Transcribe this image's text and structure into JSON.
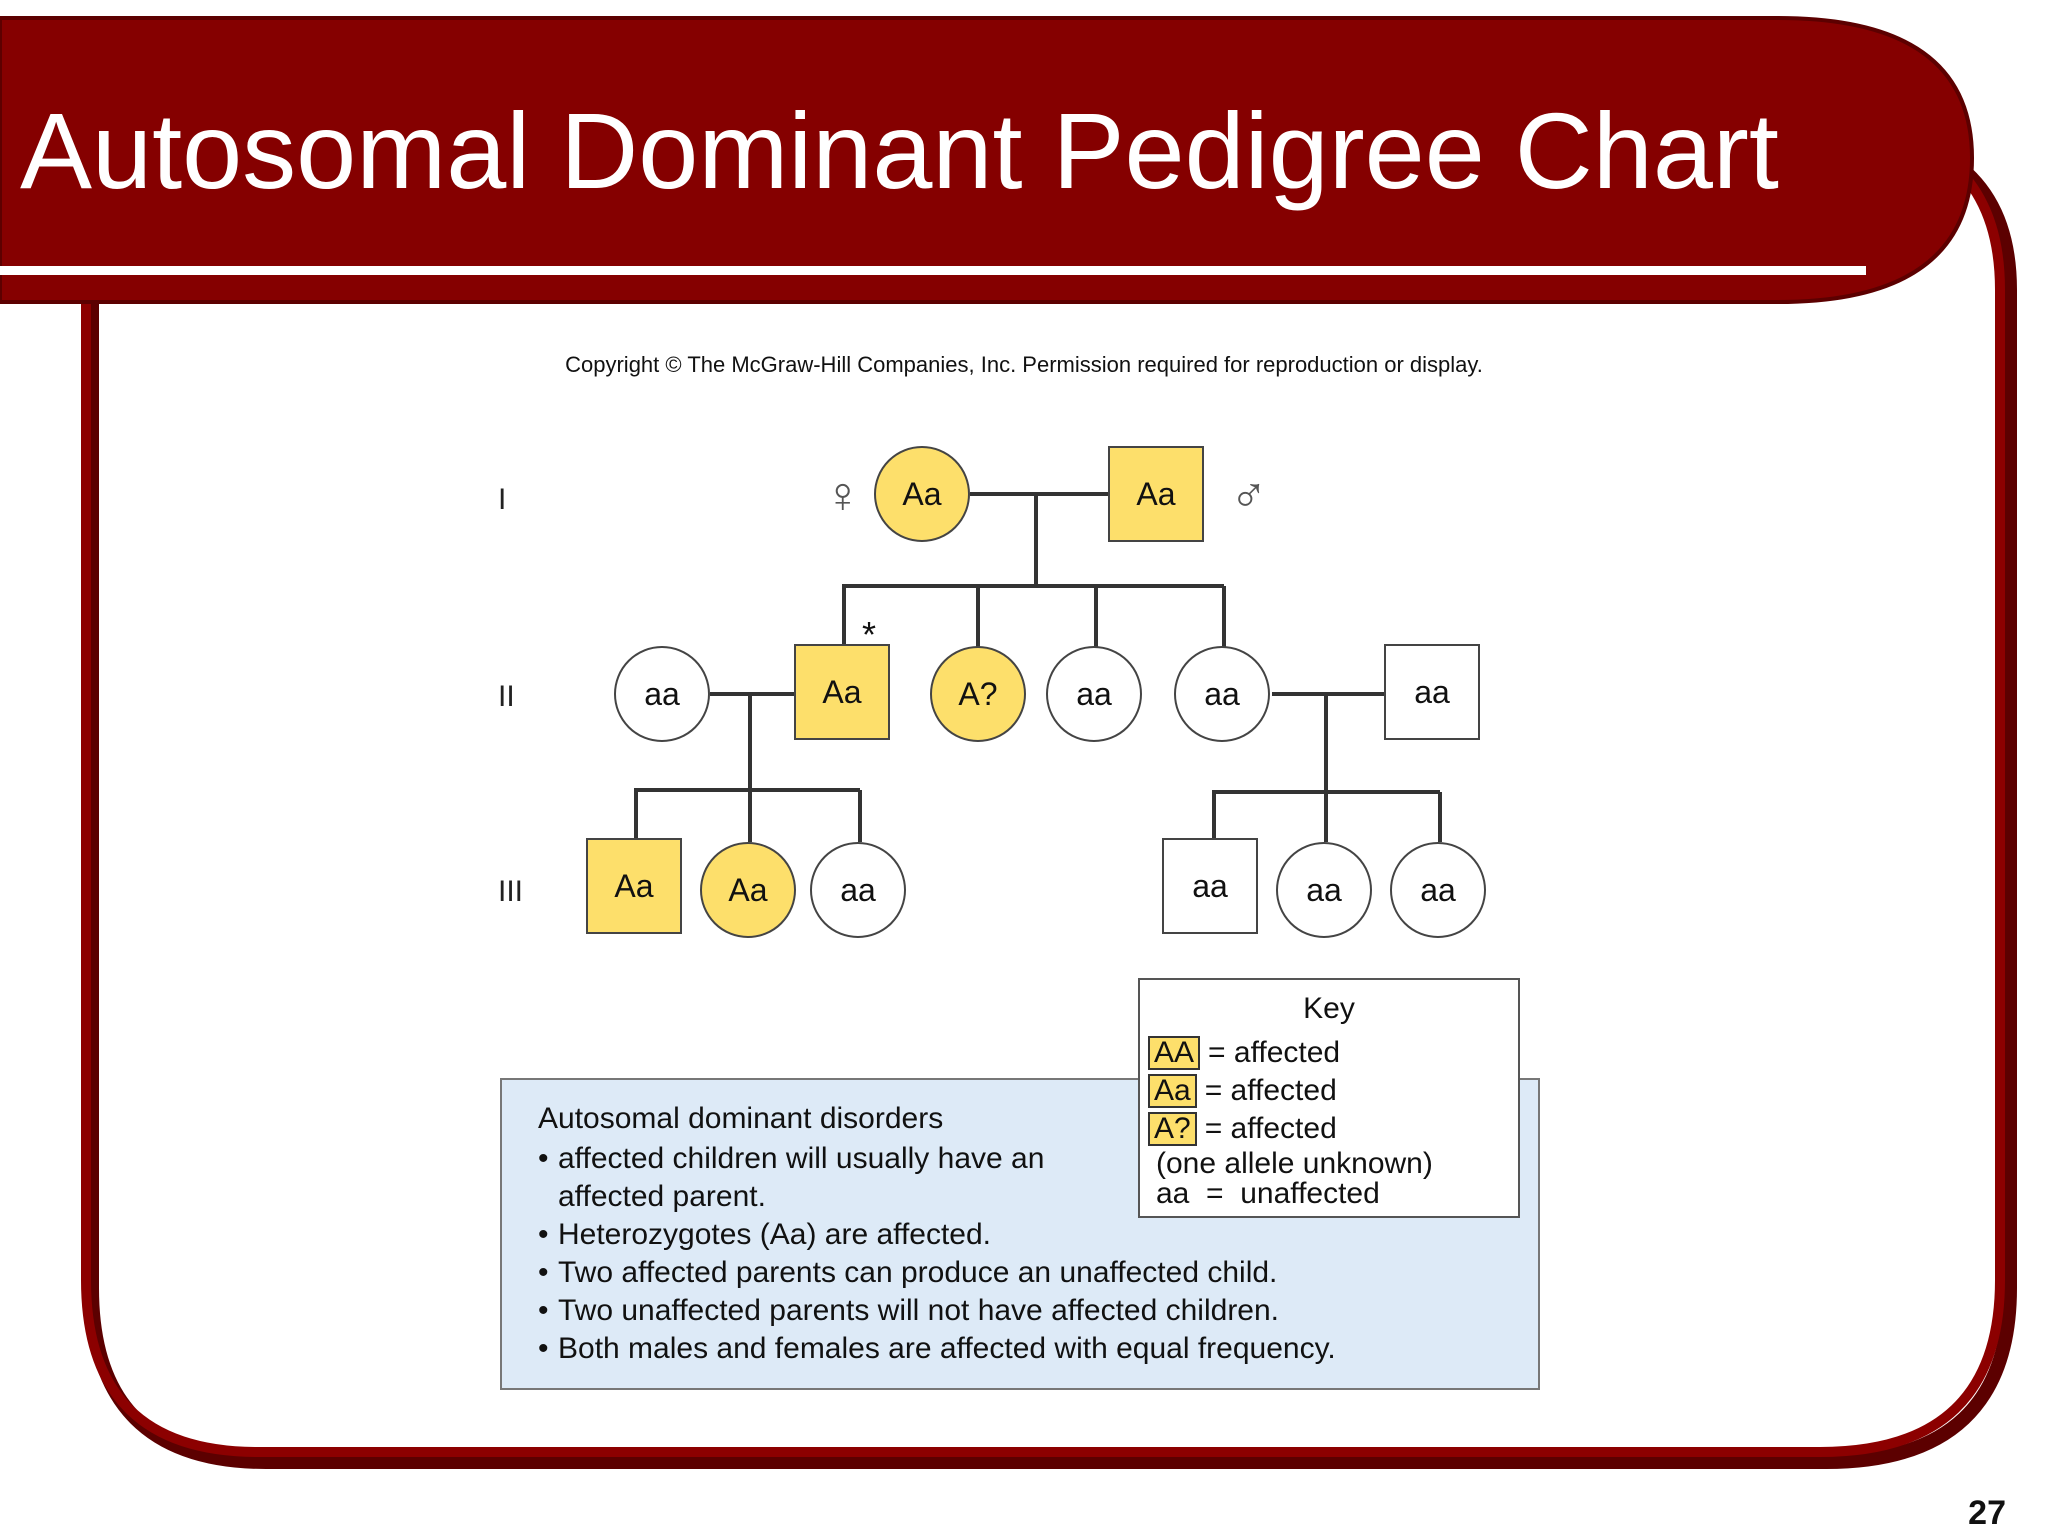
{
  "slide": {
    "title": "Autosomal Dominant Pedigree Chart",
    "copyright": "Copyright © The McGraw-Hill Companies, Inc. Permission required for reproduction or display.",
    "slide_number": "27"
  },
  "colors": {
    "banner": "#850000",
    "affected": "#fddf6b",
    "info_bg": "#ddeaf7"
  },
  "pedigree": {
    "generations": [
      "I",
      "II",
      "III"
    ],
    "female_symbol": "♀",
    "male_symbol": "♂",
    "asterisk": "*",
    "nodes": [
      {
        "gen": "I",
        "sex": "female",
        "genotype": "Aa",
        "affected": true
      },
      {
        "gen": "I",
        "sex": "male",
        "genotype": "Aa",
        "affected": true
      },
      {
        "gen": "II",
        "sex": "female",
        "genotype": "aa",
        "affected": false
      },
      {
        "gen": "II",
        "sex": "male",
        "genotype": "Aa",
        "affected": true
      },
      {
        "gen": "II",
        "sex": "female",
        "genotype": "A?",
        "affected": true
      },
      {
        "gen": "II",
        "sex": "female",
        "genotype": "aa",
        "affected": false
      },
      {
        "gen": "II",
        "sex": "female",
        "genotype": "aa",
        "affected": false
      },
      {
        "gen": "II",
        "sex": "male",
        "genotype": "aa",
        "affected": false
      },
      {
        "gen": "III",
        "sex": "male",
        "genotype": "Aa",
        "affected": true
      },
      {
        "gen": "III",
        "sex": "female",
        "genotype": "Aa",
        "affected": true
      },
      {
        "gen": "III",
        "sex": "female",
        "genotype": "aa",
        "affected": false
      },
      {
        "gen": "III",
        "sex": "male",
        "genotype": "aa",
        "affected": false
      },
      {
        "gen": "III",
        "sex": "female",
        "genotype": "aa",
        "affected": false
      },
      {
        "gen": "III",
        "sex": "female",
        "genotype": "aa",
        "affected": false
      }
    ]
  },
  "key": {
    "title": "Key",
    "rows": [
      {
        "swatch": "AA",
        "text": "= affected"
      },
      {
        "swatch": "Aa",
        "text": "= affected"
      },
      {
        "swatch": "A?",
        "text": "= affected"
      }
    ],
    "note": "(one allele unknown)",
    "unaffected": "aa  =  unaffected"
  },
  "info": {
    "heading": "Autosomal dominant disorders",
    "bullets": [
      {
        "text": "affected children will usually have an"
      },
      {
        "text": "affected parent.",
        "continuation": true
      },
      {
        "text": "Heterozygotes (Aa) are affected."
      },
      {
        "text": "Two affected parents can produce an unaffected child."
      },
      {
        "text": "Two unaffected parents will not have affected children."
      },
      {
        "text": "Both males and females are affected with equal frequency."
      }
    ]
  }
}
